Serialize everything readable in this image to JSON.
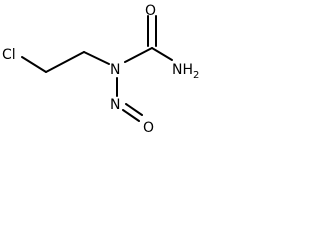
{
  "molecule": {
    "atoms": {
      "cl": "Cl",
      "n_amine": "N",
      "n_nitroso": "N",
      "o_nitroso": "O",
      "o_carbonyl": "O",
      "nh2_main": "NH",
      "nh2_sub": "2"
    }
  }
}
